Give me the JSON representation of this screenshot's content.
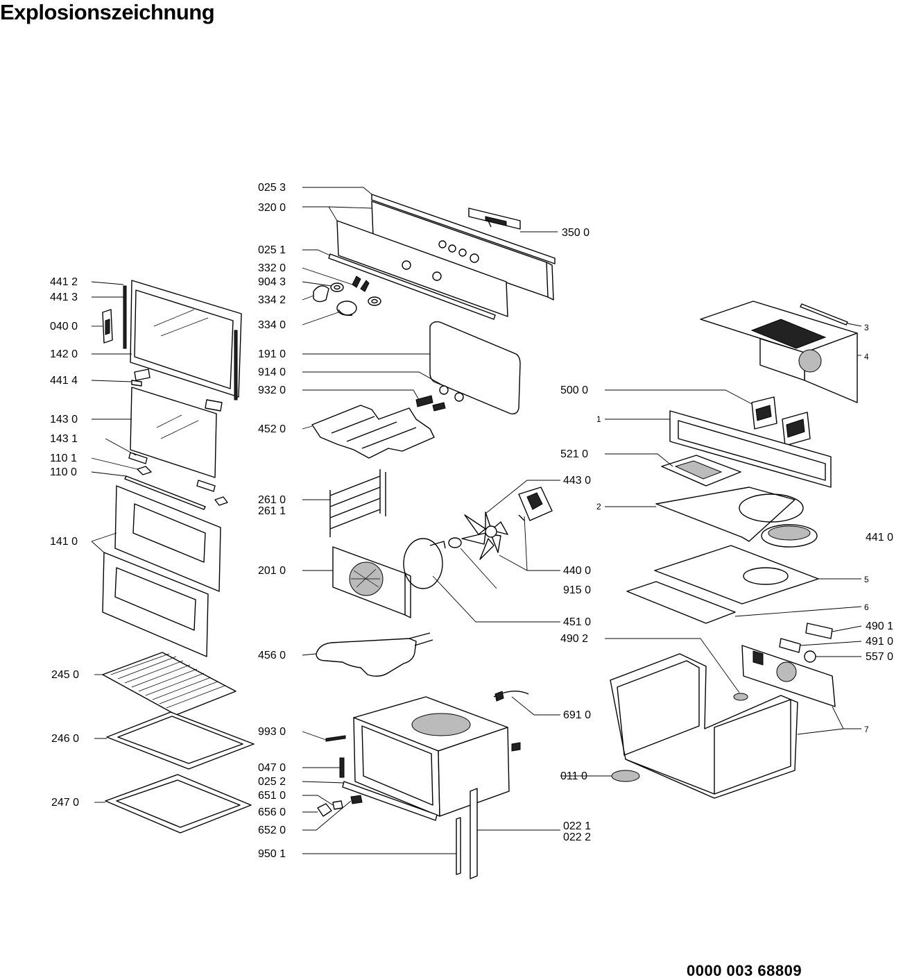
{
  "title": "Explosionszeichnung",
  "document_number": "0000 003 68809",
  "labels": [
    {
      "id": "0253",
      "text": "025 3"
    },
    {
      "id": "3200",
      "text": "320 0"
    },
    {
      "id": "3500",
      "text": "350 0"
    },
    {
      "id": "0251",
      "text": "025 1"
    },
    {
      "id": "3320",
      "text": "332 0"
    },
    {
      "id": "9043",
      "text": "904 3"
    },
    {
      "id": "3342",
      "text": "334 2"
    },
    {
      "id": "3340",
      "text": "334 0"
    },
    {
      "id": "1910",
      "text": "191 0"
    },
    {
      "id": "9140",
      "text": "914 0"
    },
    {
      "id": "9320",
      "text": "932 0"
    },
    {
      "id": "4520",
      "text": "452 0"
    },
    {
      "id": "2610",
      "text": "261 0"
    },
    {
      "id": "2611",
      "text": "261 1"
    },
    {
      "id": "2010",
      "text": "201 0"
    },
    {
      "id": "4560",
      "text": "456 0"
    },
    {
      "id": "9930",
      "text": "993 0"
    },
    {
      "id": "0470",
      "text": "047 0"
    },
    {
      "id": "0252",
      "text": "025 2"
    },
    {
      "id": "6510",
      "text": "651 0"
    },
    {
      "id": "6560",
      "text": "656 0"
    },
    {
      "id": "6520",
      "text": "652 0"
    },
    {
      "id": "9501",
      "text": "950 1"
    },
    {
      "id": "4412",
      "text": "441 2"
    },
    {
      "id": "4413",
      "text": "441 3"
    },
    {
      "id": "0400",
      "text": "040 0"
    },
    {
      "id": "1420",
      "text": "142 0"
    },
    {
      "id": "4414",
      "text": "441 4"
    },
    {
      "id": "1430",
      "text": "143 0"
    },
    {
      "id": "1431",
      "text": "143 1"
    },
    {
      "id": "1101",
      "text": "110 1"
    },
    {
      "id": "1100",
      "text": "110 0"
    },
    {
      "id": "1410",
      "text": "141 0"
    },
    {
      "id": "2450",
      "text": "245 0"
    },
    {
      "id": "2460",
      "text": "246 0"
    },
    {
      "id": "2470",
      "text": "247 0"
    },
    {
      "id": "4430",
      "text": "443 0"
    },
    {
      "id": "4400",
      "text": "440 0"
    },
    {
      "id": "9150",
      "text": "915 0"
    },
    {
      "id": "4510",
      "text": "451 0"
    },
    {
      "id": "6910",
      "text": "691 0"
    },
    {
      "id": "0110",
      "text": "011 0"
    },
    {
      "id": "0221",
      "text": "022 1"
    },
    {
      "id": "0222",
      "text": "022 2"
    },
    {
      "id": "5000",
      "text": "500 0"
    },
    {
      "id": "5210",
      "text": "521 0"
    },
    {
      "id": "4902",
      "text": "490 2"
    },
    {
      "id": "4410",
      "text": "441 0"
    },
    {
      "id": "4901",
      "text": "490 1"
    },
    {
      "id": "4910",
      "text": "491 0"
    },
    {
      "id": "5570",
      "text": "557 0"
    },
    {
      "id": "n1",
      "text": "1"
    },
    {
      "id": "n2",
      "text": "2"
    },
    {
      "id": "n3",
      "text": "3"
    },
    {
      "id": "n4",
      "text": "4"
    },
    {
      "id": "n5",
      "text": "5"
    },
    {
      "id": "n6",
      "text": "6"
    },
    {
      "id": "n7",
      "text": "7"
    }
  ]
}
